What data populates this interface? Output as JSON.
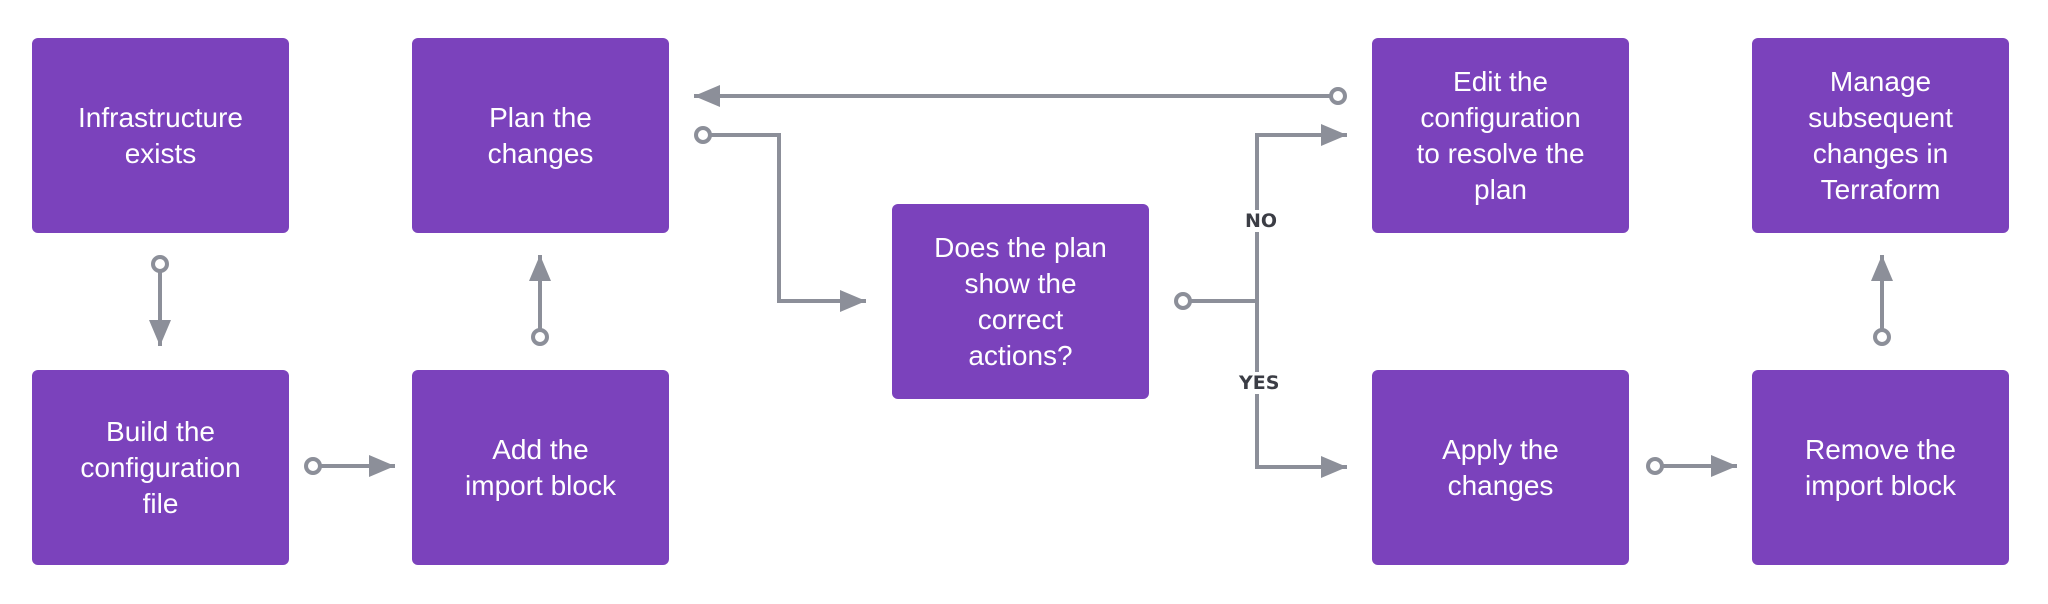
{
  "colors": {
    "node_fill": "#7b42bc",
    "node_text": "#ffffff",
    "connector": "#8c8f99",
    "label_text": "#3b3d45"
  },
  "nodes": {
    "infrastructure_exists": "Infrastructure\nexists",
    "build_config": "Build the\nconfiguration\nfile",
    "plan_changes": "Plan the\nchanges",
    "add_import_block": "Add the\nimport block",
    "decision": "Does the plan\nshow the\ncorrect\nactions?",
    "edit_config": "Edit the\nconfiguration\nto resolve the\nplan",
    "apply_changes": "Apply the\nchanges",
    "manage_changes": "Manage\nsubsequent\nchanges in\nTerraform",
    "remove_import_block": "Remove the\nimport block"
  },
  "branches": {
    "no": "NO",
    "yes": "YES"
  },
  "icons": {
    "arrow_head": "arrow-head-icon",
    "connector_origin": "circle-origin-icon"
  }
}
